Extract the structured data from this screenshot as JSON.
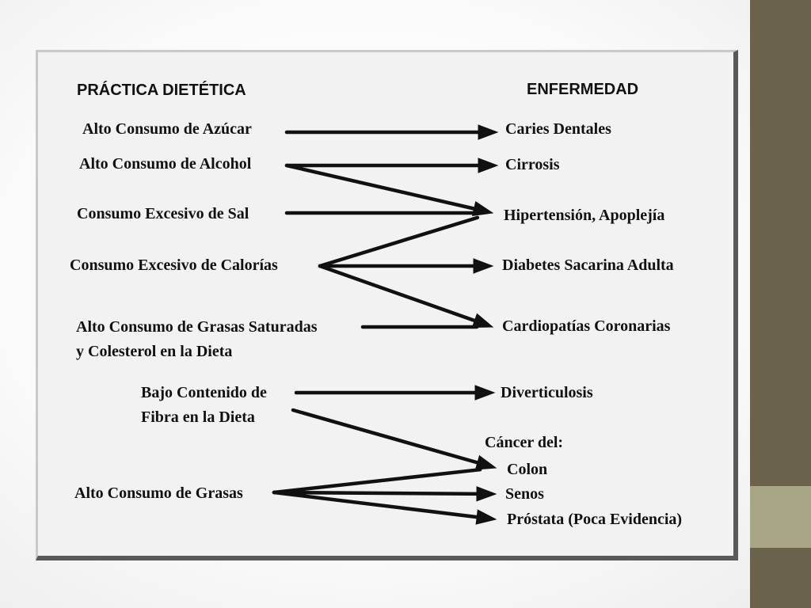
{
  "headers": {
    "practices": "PRÁCTICA DIETÉTICA",
    "diseases": "ENFERMEDAD"
  },
  "practices": {
    "sugar": "Alto Consumo de Azúcar",
    "alcohol": "Alto Consumo de Alcohol",
    "salt": "Consumo Excesivo de Sal",
    "calories": "Consumo Excesivo de Calorías",
    "sat_fat_line1": "Alto Consumo de Grasas Saturadas",
    "sat_fat_line2": "y Colesterol en la Dieta",
    "fiber_line1": "Bajo Contenido de",
    "fiber_line2": "Fibra en la Dieta",
    "fat": "Alto Consumo de Grasas"
  },
  "diseases": {
    "caries": "Caries Dentales",
    "cirrhosis": "Cirrosis",
    "hypertension": "Hipertensión, Apoplejía",
    "diabetes": "Diabetes Sacarina Adulta",
    "coronary": "Cardiopatías Coronarias",
    "diverticulosis": "Diverticulosis",
    "cancer_header": "Cáncer del:",
    "colon": "Colon",
    "breast": "Senos",
    "prostate": "Próstata (Poca Evidencia)"
  },
  "connections": [
    {
      "from": "sugar",
      "to": "caries"
    },
    {
      "from": "alcohol",
      "to": "cirrhosis"
    },
    {
      "from": "alcohol",
      "to": "hypertension"
    },
    {
      "from": "salt",
      "to": "hypertension"
    },
    {
      "from": "calories",
      "to": "hypertension"
    },
    {
      "from": "calories",
      "to": "diabetes"
    },
    {
      "from": "calories",
      "to": "coronary"
    },
    {
      "from": "sat_fat",
      "to": "coronary"
    },
    {
      "from": "fiber",
      "to": "diverticulosis"
    },
    {
      "from": "fiber",
      "to": "colon"
    },
    {
      "from": "fat",
      "to": "colon"
    },
    {
      "from": "fat",
      "to": "breast"
    },
    {
      "from": "fat",
      "to": "prostate"
    }
  ],
  "colors": {
    "side_band": "#6b624b",
    "side_accent": "#a9a686",
    "panel": "#f2f2f2",
    "ink": "#111111"
  }
}
